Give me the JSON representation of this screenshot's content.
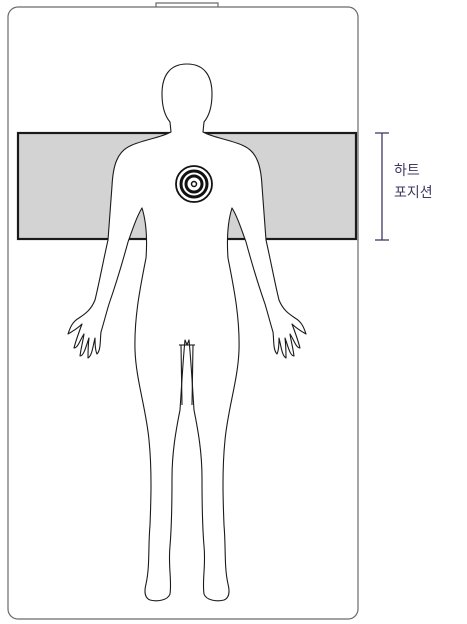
{
  "zone": {
    "label_line1": "하트",
    "label_line2": "포지션"
  },
  "colors": {
    "mattress_outline": "#6a6a6a",
    "heart_band_fill": "#d3d3d3",
    "heart_band_border": "#1a1a1a",
    "body_outline": "#1a1a1a",
    "heart_target": "#111111",
    "bracket": "#3f3a63"
  },
  "icons": {
    "heart": "concentric-circles-target"
  }
}
